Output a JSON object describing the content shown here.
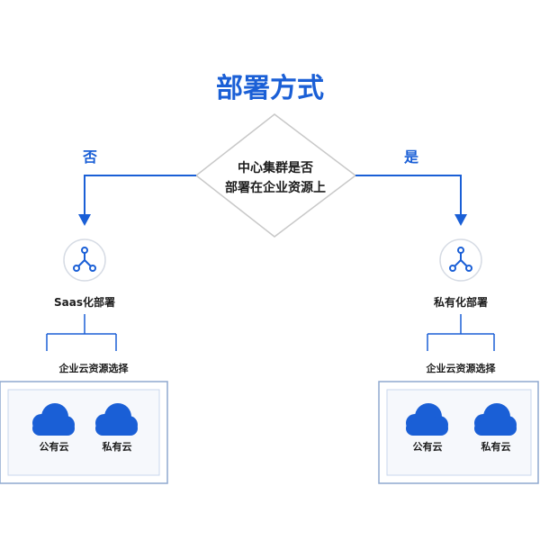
{
  "title": "部署方式",
  "decision": {
    "line1": "中心集群是否",
    "line2": "部署在企业资源上"
  },
  "branches": {
    "no_label": "否",
    "yes_label": "是"
  },
  "left": {
    "node_label": "Saas化部署",
    "selection_label": "企业云资源选择",
    "cloud1_label": "公有云",
    "cloud2_label": "私有云"
  },
  "right": {
    "node_label": "私有化部署",
    "selection_label": "企业云资源选择",
    "cloud1_label": "公有云",
    "cloud2_label": "私有云"
  },
  "colors": {
    "primary": "#1a5fd6",
    "text": "#1c1c1c",
    "diamond_border": "#c8c8c8",
    "circle_border": "#d6dbe4",
    "panel_border": "#8fa8cf",
    "panel_inner_border": "#c9d7ee",
    "panel_fill": "#f6f8fc"
  },
  "icons": {
    "deploy_icon": "network-node-icon",
    "cloud_icon": "cloud-icon",
    "arrow_icon": "arrow-down-icon"
  }
}
